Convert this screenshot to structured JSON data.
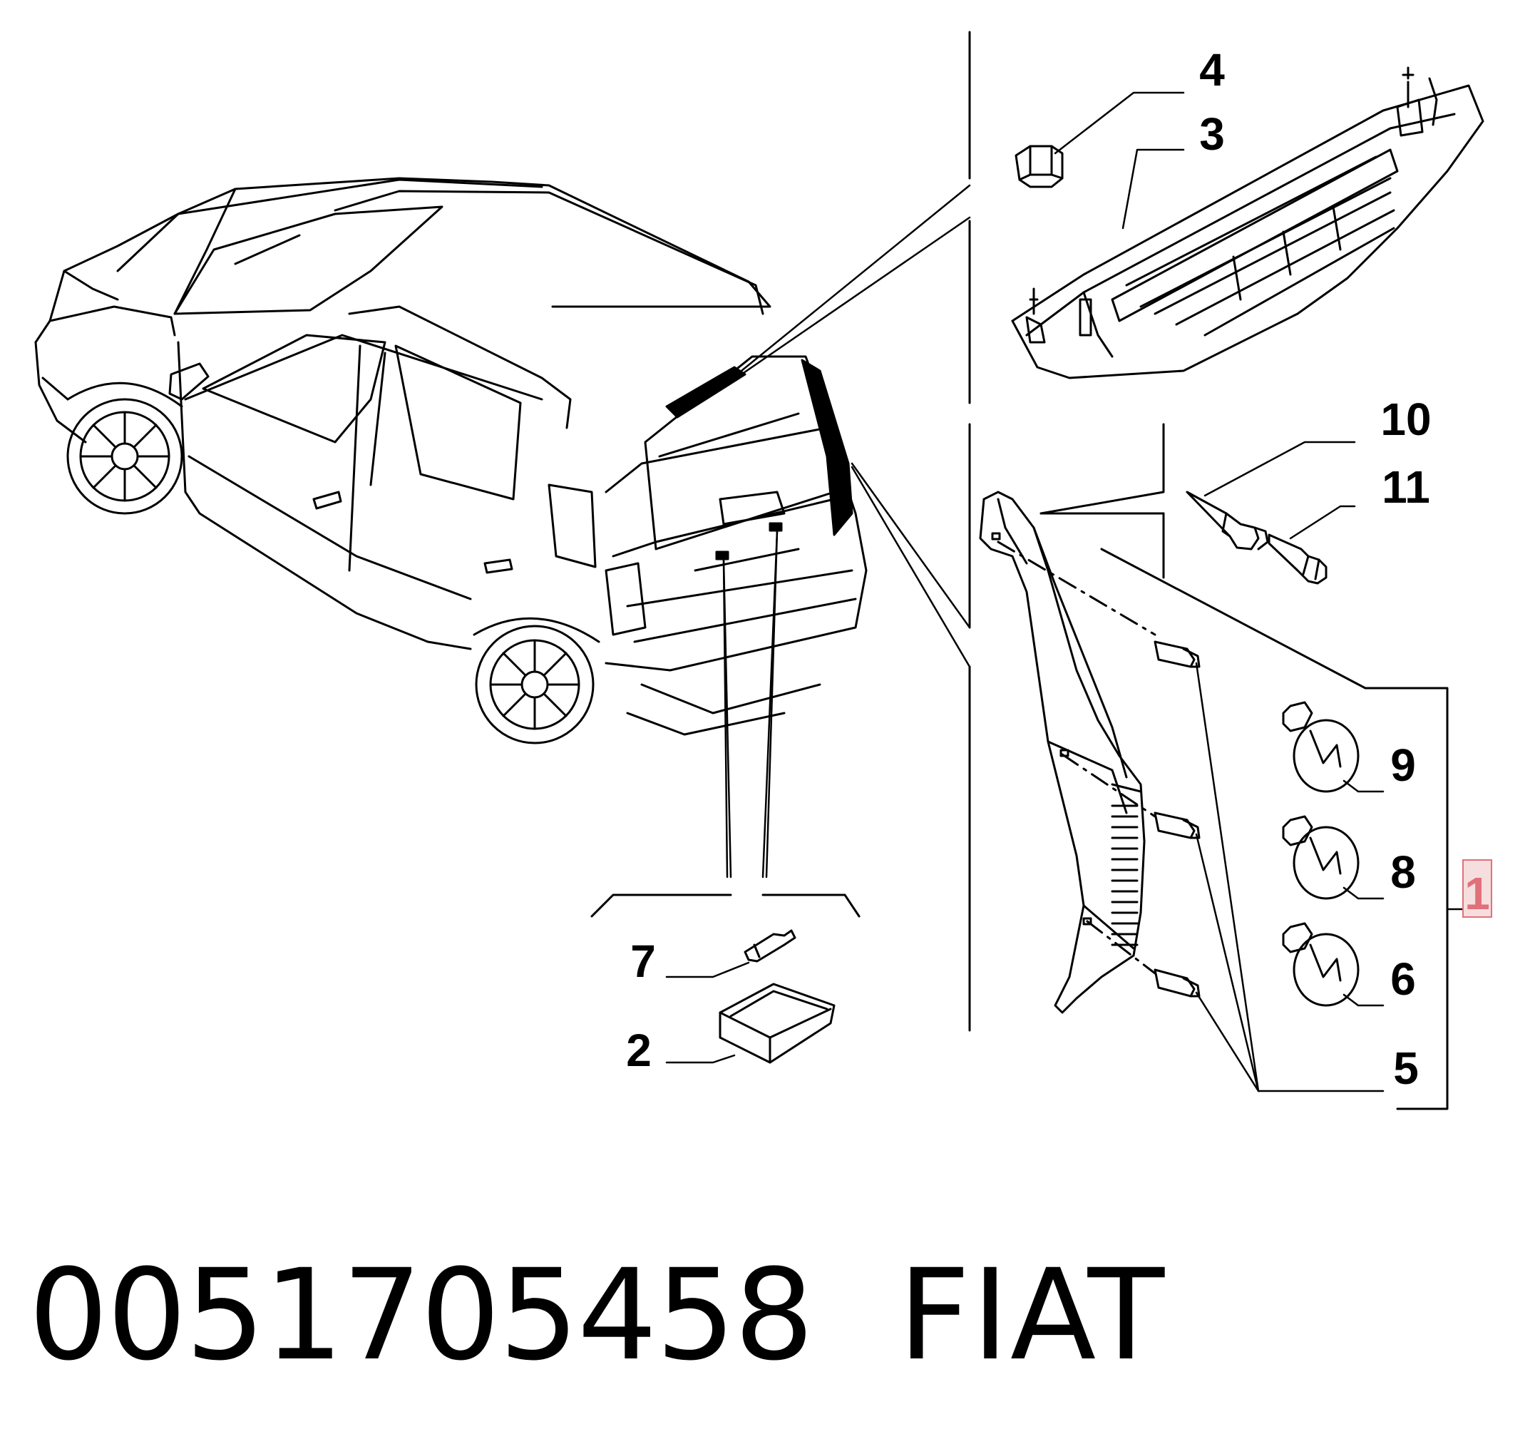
{
  "diagram": {
    "callouts": {
      "c1": "1",
      "c2": "2",
      "c3": "3",
      "c4": "4",
      "c5": "5",
      "c6": "6",
      "c7": "7",
      "c8": "8",
      "c9": "9",
      "c10": "10",
      "c11": "11"
    },
    "highlight_color": "#e0707a",
    "line_color": "#000000"
  },
  "footer": {
    "part_number": "0051705458",
    "brand": "FIAT"
  }
}
